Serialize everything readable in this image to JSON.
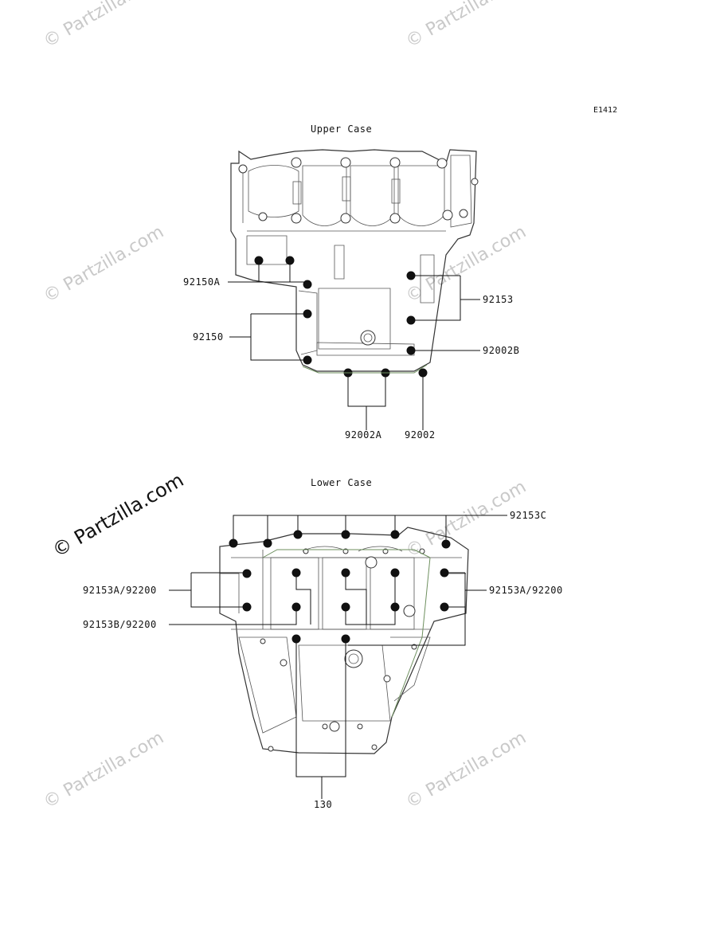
{
  "diagram_code": "E1412",
  "watermark": "© Partzilla.com",
  "upper_case": {
    "title": "Upper Case",
    "labels": {
      "p92150A": "92150A",
      "p92150": "92150",
      "p92153": "92153",
      "p92002B": "92002B",
      "p92002A": "92002A",
      "p92002": "92002"
    }
  },
  "lower_case": {
    "title": "Lower Case",
    "labels": {
      "p92153C": "92153C",
      "p92153A_left": "92153A/92200",
      "p92153A_right": "92153A/92200",
      "p92153B": "92153B/92200",
      "p130": "130"
    }
  }
}
